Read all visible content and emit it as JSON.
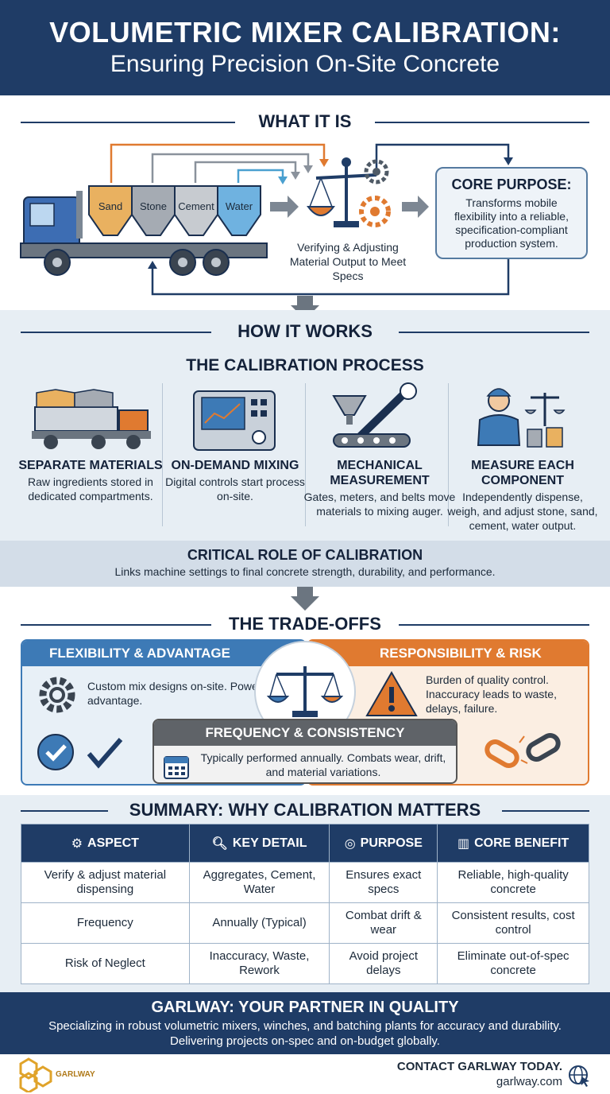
{
  "header": {
    "title_line1": "VOLUMETRIC MIXER CALIBRATION:",
    "title_line2": "Ensuring Precision On-Site Concrete"
  },
  "what_it_is": {
    "title": "WHAT IT IS",
    "hoppers": [
      "Sand",
      "Stone",
      "Cement",
      "Water"
    ],
    "verify_text": "Verifying & Adjusting Material Output to Meet Specs",
    "core_purpose_title": "CORE PURPOSE:",
    "core_purpose_text": "Transforms mobile flexibility into a reliable, specification-compliant production system."
  },
  "how_it_works": {
    "title": "HOW IT WORKS",
    "subtitle": "THE CALIBRATION PROCESS",
    "steps": [
      {
        "title": "SEPARATE MATERIALS",
        "text": "Raw ingredients stored in dedicated compartments."
      },
      {
        "title": "ON-DEMAND MIXING",
        "text": "Digital controls start process on-site."
      },
      {
        "title": "MECHANICAL MEASUREMENT",
        "text": "Gates, meters, and belts move materials to mixing auger."
      },
      {
        "title": "MEASURE EACH COMPONENT",
        "text": "Independently dispense, weigh, and adjust stone, sand, cement, water output."
      }
    ]
  },
  "critical": {
    "title": "CRITICAL ROLE OF CALIBRATION",
    "text": "Links machine settings to final concrete strength, durability, and performance."
  },
  "tradeoffs": {
    "title": "THE TRADE-OFFS",
    "left_title": "FLEXIBILITY & ADVANTAGE",
    "left_text": "Custom mix designs on-site. Powerful advantage.",
    "right_title": "RESPONSIBILITY & RISK",
    "right_text": "Burden of quality control. Inaccuracy leads to waste, delays, failure.",
    "mid_title": "FREQUENCY & CONSISTENCY",
    "mid_text": "Typically performed annually. Combats wear, drift, and material variations."
  },
  "summary": {
    "title": "SUMMARY: WHY CALIBRATION MATTERS",
    "headers": [
      "ASPECT",
      "KEY DETAIL",
      "PURPOSE",
      "CORE BENEFIT"
    ],
    "rows": [
      [
        "Verify & adjust material dispensing",
        "Aggregates, Cement, Water",
        "Ensures exact specs",
        "Reliable, high-quality concrete"
      ],
      [
        "Frequency",
        "Annually (Typical)",
        "Combat drift & wear",
        "Consistent results, cost control"
      ],
      [
        "Risk of Neglect",
        "Inaccuracy, Waste, Rework",
        "Avoid project delays",
        "Eliminate out-of-spec concrete"
      ]
    ]
  },
  "partner": {
    "title": "GARLWAY: YOUR PARTNER IN QUALITY",
    "text": "Specializing in robust volumetric mixers, winches, and batching plants for accuracy and durability. Delivering projects on-spec and on-budget globally."
  },
  "footer": {
    "logo_text": "GARLWAY",
    "contact_line": "CONTACT GARLWAY TODAY.",
    "website": "garlway.com"
  },
  "colors": {
    "navy": "#1f3c66",
    "blue": "#3d7ab6",
    "orange": "#e07a30",
    "gray": "#5f6368"
  }
}
